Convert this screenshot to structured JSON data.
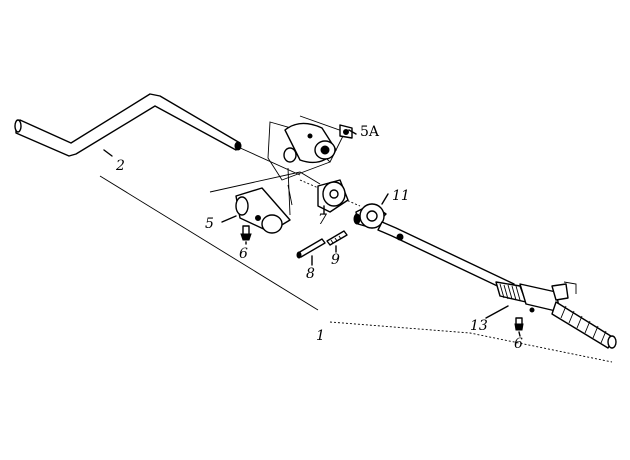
{
  "labels": {
    "part_1": "1",
    "part_2": "2",
    "part_5": "5",
    "part_5a": "5A",
    "part_6a": "6",
    "part_6b": "6",
    "part_7": "7",
    "part_8": "8",
    "part_9": "9",
    "part_11": "11",
    "part_13": "13"
  },
  "colors": {
    "ink": "#000000",
    "paper": "#ffffff"
  }
}
